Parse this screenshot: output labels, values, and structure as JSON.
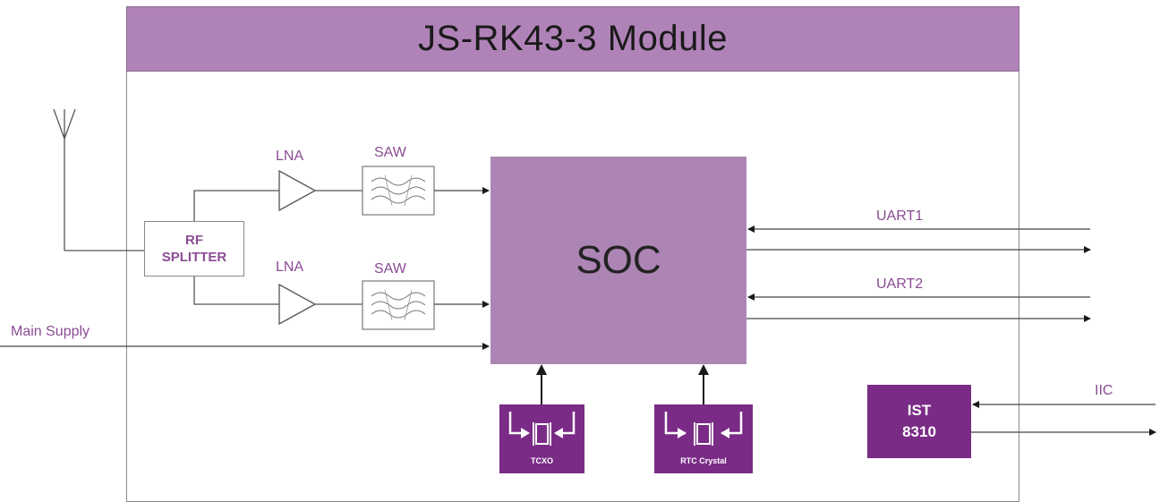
{
  "module": {
    "title": "JS-RK43-3 Module"
  },
  "soc": {
    "label": "SOC"
  },
  "rf_splitter": {
    "line1": "RF",
    "line2": "SPLITTER"
  },
  "upper_chain": {
    "lna_label": "LNA",
    "saw_label": "SAW"
  },
  "lower_chain": {
    "lna_label": "LNA",
    "saw_label": "SAW"
  },
  "main_supply": {
    "label": "Main Supply"
  },
  "uart1": {
    "label": "UART1"
  },
  "uart2": {
    "label": "UART2"
  },
  "iic": {
    "label": "IIC"
  },
  "ist": {
    "line1": "IST",
    "line2": "8310"
  },
  "tcxo": {
    "label": "TCXO"
  },
  "rtc": {
    "label": "RTC Crystal"
  },
  "colors": {
    "title_bar": "#b083b8",
    "soc": "#ad85b5",
    "chip": "#7a2b86",
    "label_text": "#8b4c94",
    "line": "#4a4a4a"
  }
}
